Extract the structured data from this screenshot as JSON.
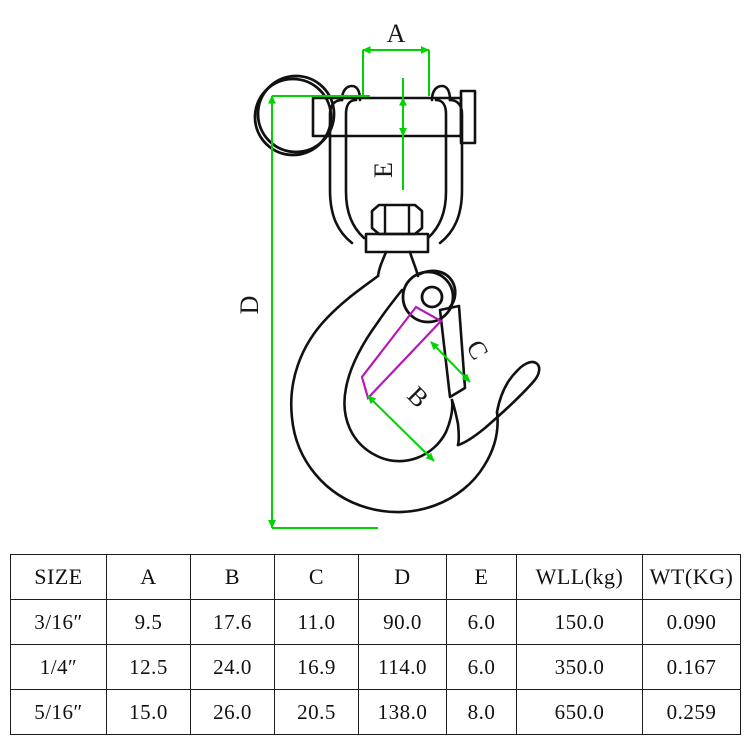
{
  "drawing": {
    "title": "clevis-slip-hook-with-latch-dimensioned-drawing",
    "colors": {
      "outline": "#111111",
      "dimension": "#00d400",
      "latch_highlight": "#b818b8",
      "background": "#ffffff"
    },
    "dimension_labels": {
      "a": "A",
      "b": "B",
      "c": "C",
      "d": "D",
      "e": "E"
    },
    "parts": [
      "split-ring",
      "clevis",
      "clevis-pin",
      "hex-nut",
      "hook-body",
      "safety-latch",
      "latch-pivot"
    ]
  },
  "table": {
    "name": "specification-table",
    "headers": [
      "SIZE",
      "A",
      "B",
      "C",
      "D",
      "E",
      "WLL(kg)",
      "WT(KG)"
    ],
    "rows": [
      {
        "size": "3/16″",
        "a": "9.5",
        "b": "17.6",
        "c": "11.0",
        "d": "90.0",
        "e": "6.0",
        "wll": "150.0",
        "wt": "0.090"
      },
      {
        "size": "1/4″",
        "a": "12.5",
        "b": "24.0",
        "c": "16.9",
        "d": "114.0",
        "e": "6.0",
        "wll": "350.0",
        "wt": "0.167"
      },
      {
        "size": "5/16″",
        "a": "15.0",
        "b": "26.0",
        "c": "20.5",
        "d": "138.0",
        "e": "8.0",
        "wll": "650.0",
        "wt": "0.259"
      }
    ]
  }
}
